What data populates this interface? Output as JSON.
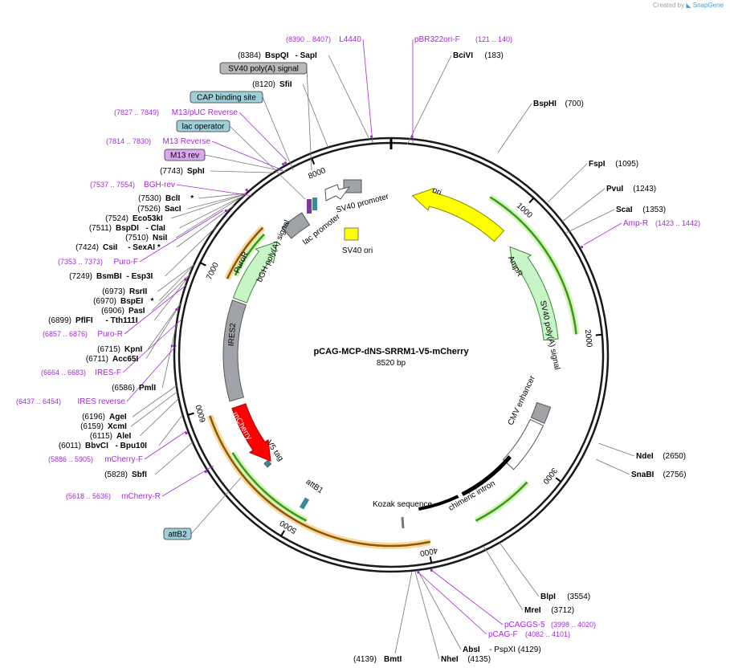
{
  "credit": {
    "prefix": "Created by",
    "brand": "SnapGene"
  },
  "plasmid": {
    "name": "pCAG-MCP-dNS-SRRM1-V5-mCherry",
    "size": "8520 bp",
    "length": 8520
  },
  "ticks": [
    "1000",
    "2000",
    "3000",
    "4000",
    "5000",
    "6000",
    "7000",
    "8000"
  ],
  "colors": {
    "primer": "#a428d6",
    "green": "#3a9a10",
    "orange": "#f5a623",
    "ori": "#ffff00",
    "mcherry": "#ff0000",
    "feature_gray": "#a0a4a8",
    "amp": "#c8f5c8"
  },
  "sites_right": [
    {
      "name": "BciVI",
      "pos": "(183)"
    },
    {
      "name": "BspHI",
      "pos": "(700)"
    },
    {
      "name": "FspI",
      "pos": "(1095)"
    },
    {
      "name": "PvuI",
      "pos": "(1243)"
    },
    {
      "name": "ScaI",
      "pos": "(1353)"
    },
    {
      "name": "NdeI",
      "pos": "(2650)"
    },
    {
      "name": "SnaBI",
      "pos": "(2756)"
    },
    {
      "name": "BlpI",
      "pos": "(3554)"
    },
    {
      "name": "MreI",
      "pos": "(3712)"
    },
    {
      "name": "AbsI",
      "pos": "- PspXI  (4129)"
    },
    {
      "name": "NheI",
      "pos": "(4135)"
    },
    {
      "name": "BmtI",
      "pos": "(4139)"
    }
  ],
  "sites_left": [
    {
      "pos": "(8384)",
      "name": "BspQI",
      "extra": "- SapI"
    },
    {
      "pos": "(8120)",
      "name": "SfiI",
      "extra": ""
    },
    {
      "pos": "(7743)",
      "name": "SphI",
      "extra": ""
    },
    {
      "pos": "(7530)",
      "name": "BclI",
      "extra": "*"
    },
    {
      "pos": "(7526)",
      "name": "SacI",
      "extra": ""
    },
    {
      "pos": "(7524)",
      "name": "Eco53kI",
      "extra": ""
    },
    {
      "pos": "(7511)",
      "name": "BspDI",
      "extra": "- ClaI"
    },
    {
      "pos": "(7510)",
      "name": "NsiI",
      "extra": ""
    },
    {
      "pos": "(7424)",
      "name": "CsiI",
      "extra": "- SexAI *"
    },
    {
      "pos": "(7249)",
      "name": "BsmBI",
      "extra": "- Esp3I"
    },
    {
      "pos": "(6973)",
      "name": "RsrII",
      "extra": ""
    },
    {
      "pos": "(6970)",
      "name": "BspEI",
      "extra": "*"
    },
    {
      "pos": "(6906)",
      "name": "PasI",
      "extra": ""
    },
    {
      "pos": "(6899)",
      "name": "PflFI",
      "extra": "- Tth111I"
    },
    {
      "pos": "(6715)",
      "name": "KpnI",
      "extra": ""
    },
    {
      "pos": "(6711)",
      "name": "Acc65I",
      "extra": ""
    },
    {
      "pos": "(6586)",
      "name": "PmlI",
      "extra": ""
    },
    {
      "pos": "(6196)",
      "name": "AgeI",
      "extra": ""
    },
    {
      "pos": "(6159)",
      "name": "XcmI",
      "extra": ""
    },
    {
      "pos": "(6115)",
      "name": "AleI",
      "extra": ""
    },
    {
      "pos": "(6011)",
      "name": "BbvCI",
      "extra": "- Bpu10I"
    },
    {
      "pos": "(5828)",
      "name": "SbfI",
      "extra": ""
    }
  ],
  "primers": [
    {
      "range": "(8390 .. 8407)",
      "name": "L4440"
    },
    {
      "range": "(121 .. 140)",
      "name": "pBR322ori-F"
    },
    {
      "range": "(7827 .. 7849)",
      "name": "M13/pUC Reverse"
    },
    {
      "range": "(7814 .. 7830)",
      "name": "M13 Reverse"
    },
    {
      "range": "(7537 .. 7554)",
      "name": "BGH-rev"
    },
    {
      "range": "(7353 .. 7373)",
      "name": "Puro-F"
    },
    {
      "range": "(6857 .. 6876)",
      "name": "Puro-R"
    },
    {
      "range": "(6664 .. 6683)",
      "name": "IRES-F"
    },
    {
      "range": "(6437 .. 6454)",
      "name": "IRES reverse"
    },
    {
      "range": "(5886 .. 5905)",
      "name": "mCherry-F"
    },
    {
      "range": "(5618 .. 5636)",
      "name": "mCherry-R"
    },
    {
      "range": "(1423 .. 1442)",
      "name": "Amp-R"
    },
    {
      "range": "(3998 .. 4020)",
      "name": "pCAGGS-5"
    },
    {
      "range": "(4082 .. 4101)",
      "name": "pCAG-F"
    }
  ],
  "boxed": [
    {
      "label": "SV40 poly(A) signal"
    },
    {
      "label": "CAP binding site"
    },
    {
      "label": "lac operator"
    },
    {
      "label": "M13 rev"
    },
    {
      "label": "attB2"
    }
  ],
  "features": {
    "ori": "ori",
    "ampr": "AmpR",
    "sv40_polya_right": "SV40 poly(A) signal",
    "cmv": "CMV enhancer",
    "chimeric": "chimeric intron",
    "kozak": "Kozak sequence",
    "attb1": "attB1",
    "v5": "V5 tag",
    "mcherry": "mCherry",
    "ires": "IRES2",
    "puror": "PuroR",
    "bgh": "bGH poly(A) signal",
    "lacp": "lac promoter",
    "sv40p": "SV40 promoter",
    "sv40ori": "SV40 ori"
  }
}
